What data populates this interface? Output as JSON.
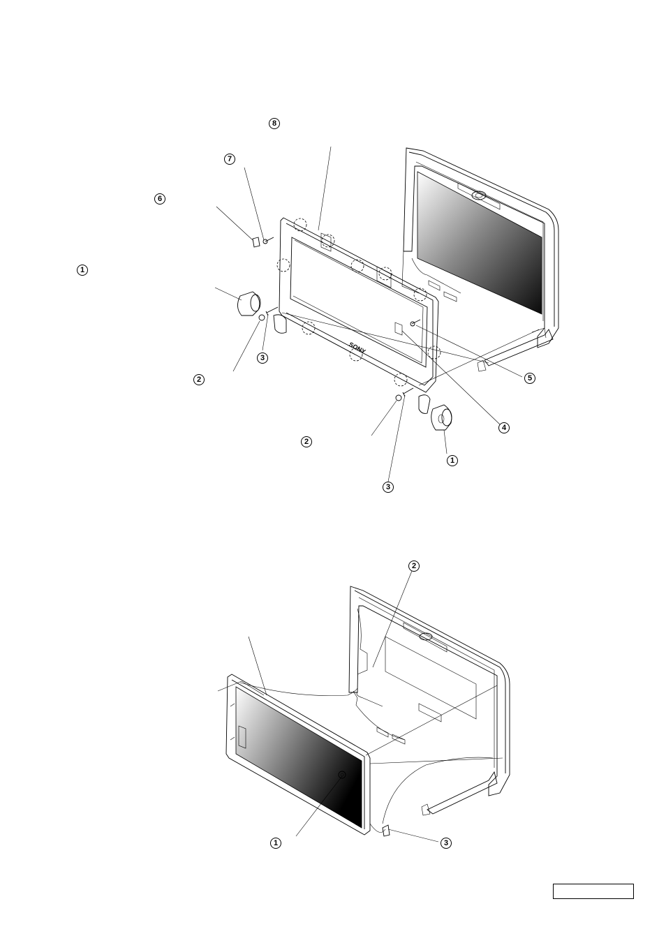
{
  "figure_top": {
    "callouts": [
      "8",
      "7",
      "6",
      "1",
      "2",
      "3",
      "5",
      "4",
      "2",
      "3",
      "1"
    ]
  },
  "figure_bottom": {
    "callouts": [
      "2",
      "1",
      "3"
    ]
  },
  "brand_mark": "SONY",
  "reference_box": ""
}
